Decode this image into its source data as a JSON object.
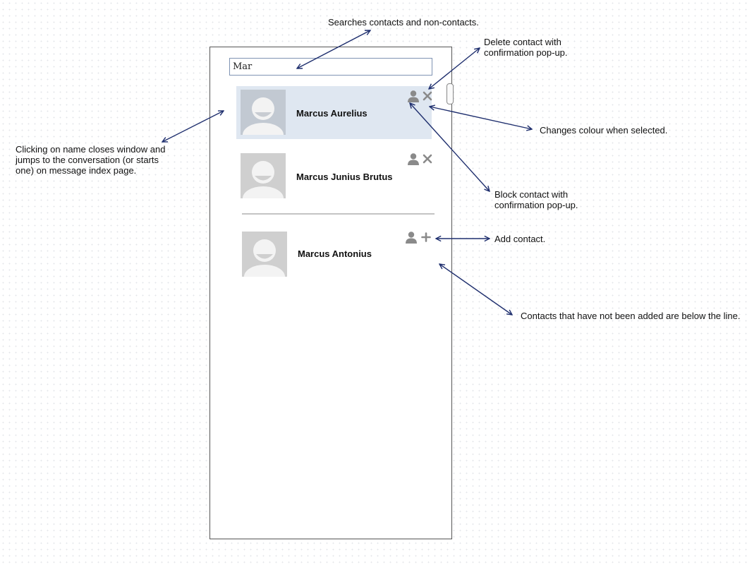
{
  "search": {
    "value": "Mar"
  },
  "contacts": [
    {
      "name": "Marcus Aurelius"
    },
    {
      "name": "Marcus Junius Brutus"
    }
  ],
  "non_contacts": [
    {
      "name": "Marcus Antonius"
    }
  ],
  "annotations": {
    "search": "Searches contacts and non-contacts.",
    "delete_line1": "Delete contact with",
    "delete_line2": "confirmation pop-up.",
    "click_line1": "Clicking on name closes window and",
    "click_line2": "jumps to the conversation (or starts",
    "click_line3": "one) on message index page.",
    "selected": "Changes colour when selected.",
    "block_line1": "Block contact with",
    "block_line2": "confirmation pop-up.",
    "add": "Add contact.",
    "below_line": "Contacts that have not been added are below the line."
  },
  "icons": {
    "contact": "person-icon",
    "delete": "close-icon",
    "add": "plus-icon"
  },
  "colors": {
    "selected_row": "#dfe7f1",
    "arrow": "#1f2f6e",
    "icon": "#8a8a8a"
  }
}
